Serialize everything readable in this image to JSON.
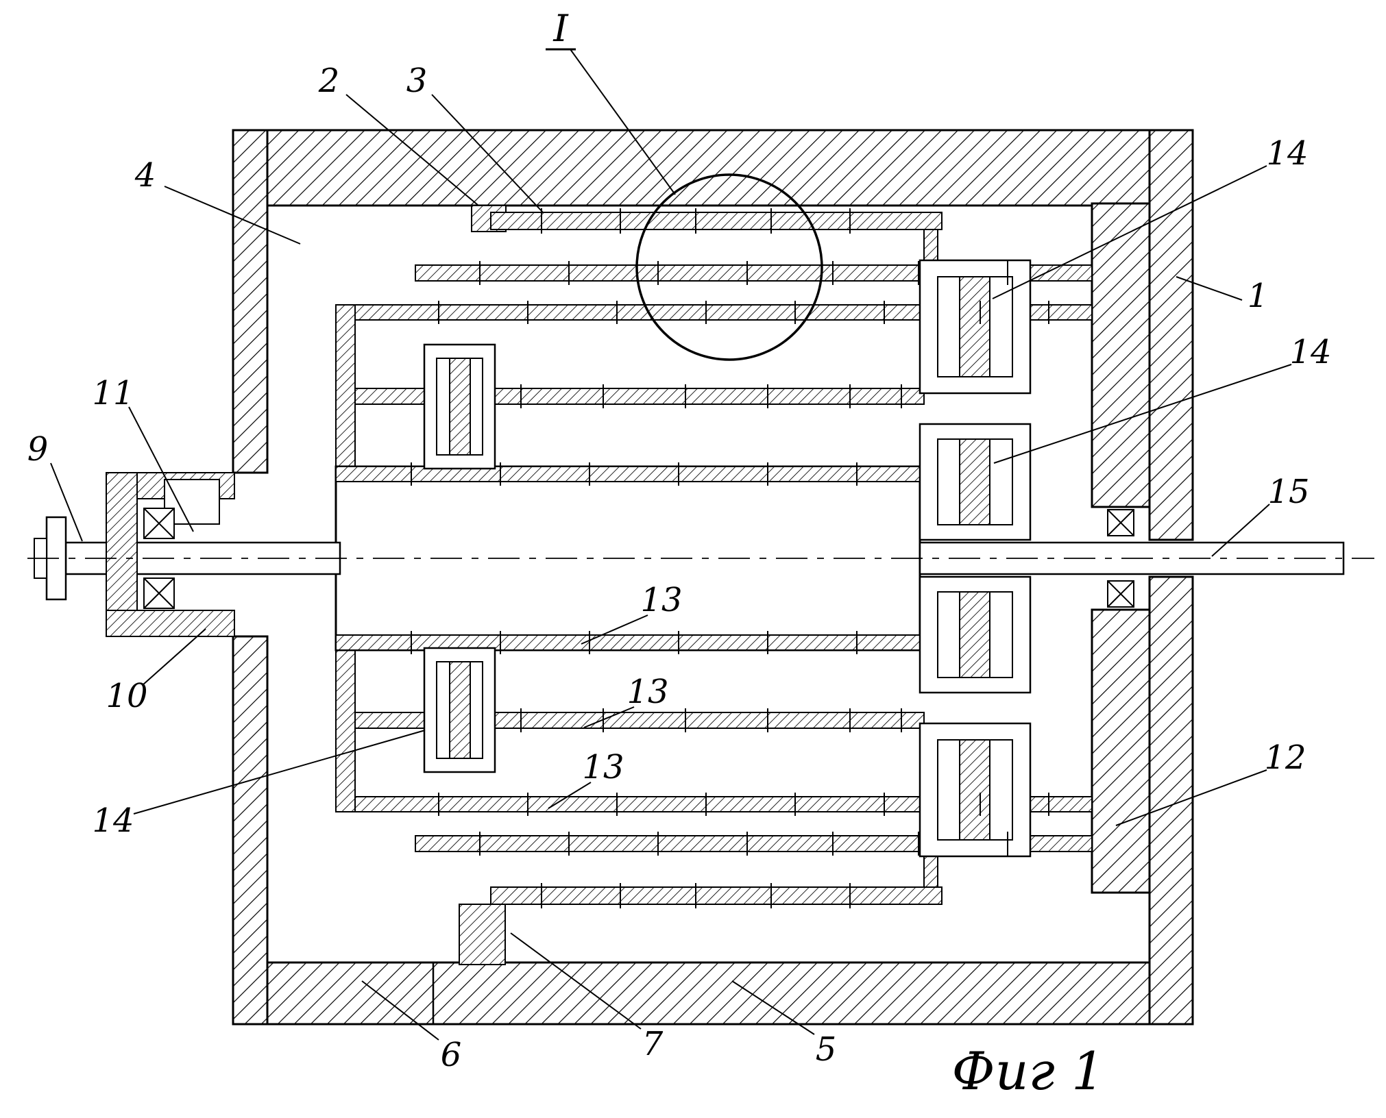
{
  "figure": {
    "caption": "Фиг 1",
    "detail_marker": "I"
  },
  "labels": {
    "part1": "1",
    "part2": "2",
    "part3": "3",
    "part4": "4",
    "part5": "5",
    "part6": "6",
    "part7": "7",
    "part9": "9",
    "part10": "10",
    "part11": "11",
    "part12": "12",
    "part13_a": "13",
    "part13_b": "13",
    "part13_c": "13",
    "part14_a": "14",
    "part14_b": "14",
    "part14_c": "14",
    "part15": "15"
  }
}
